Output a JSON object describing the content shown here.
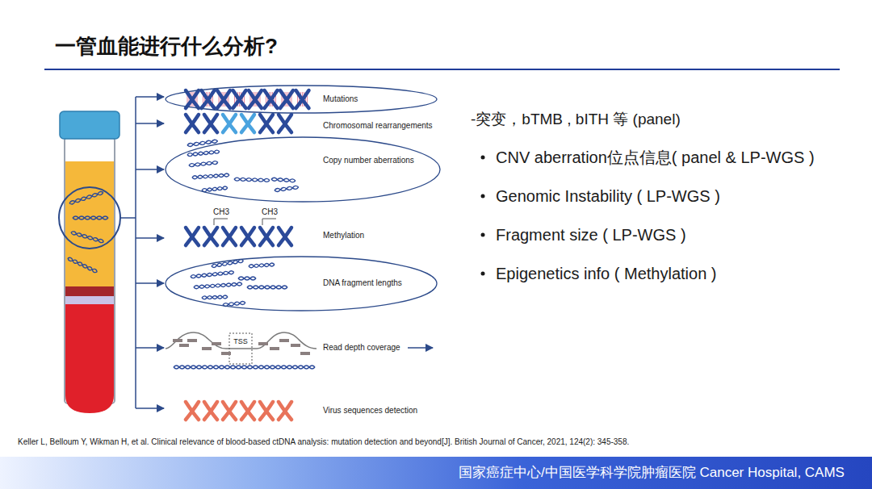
{
  "diagram": {
    "title": "一管血能进行什么分析?",
    "nodes": [
      {
        "text": [
          "Mutations"
        ]
      },
      {
        "text": [
          "Copy number aberrations"
        ]
      },
      {
        "text": [
          "DNA fragment lengths"
        ]
      },
      {
        "text": [
          "国家癌症中心/中国医学科学院肿瘤医院 Cancer Hospital, CAMS"
        ]
      }
    ],
    "labels": [
      "Chromosomal rearrangements",
      "CH3",
      "CH3",
      "Methylation",
      "TSS",
      "Read depth coverage",
      "Virus sequences detection",
      "-突变，bTMB , bITH 等 (panel)",
      "CNV aberration位点信息( panel & LP-WGS )",
      "Genomic Instability ( LP-WGS )",
      "Fragment size ( LP-WGS )",
      "Epigenetics info ( Methylation )",
      "Keller L, Belloum Y, Wikman H, et al. Clinical relevance of blood-based ctDNA analysis: mutation detection and beyond[J]. British Journal of Cancer, 2021, 124(2): 345-358."
    ]
  }
}
